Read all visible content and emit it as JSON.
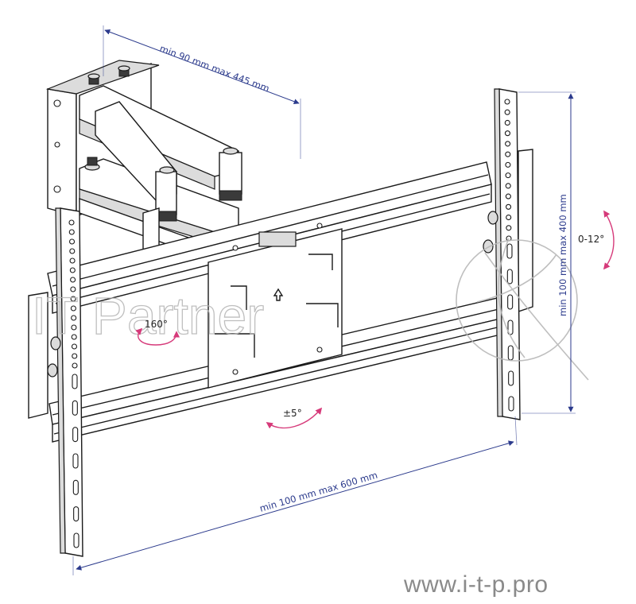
{
  "dimensions": {
    "arm_extension": "min 90 mm max 445 mm",
    "horizontal_spacing": "min 100 mm max 600 mm",
    "vertical_spacing": "min 100 mm max 400 mm"
  },
  "angles": {
    "swivel": "160°",
    "tilt": "0-12°",
    "rotation": "±5°"
  },
  "watermark": {
    "brand": "IT Partner",
    "website": "www.i-t-p.pro"
  },
  "colors": {
    "dimension_lines": "#2b3a8c",
    "angle_arrows": "#d63a7a",
    "outline": "#1a1a1a",
    "watermark": "#b9b9b9"
  }
}
